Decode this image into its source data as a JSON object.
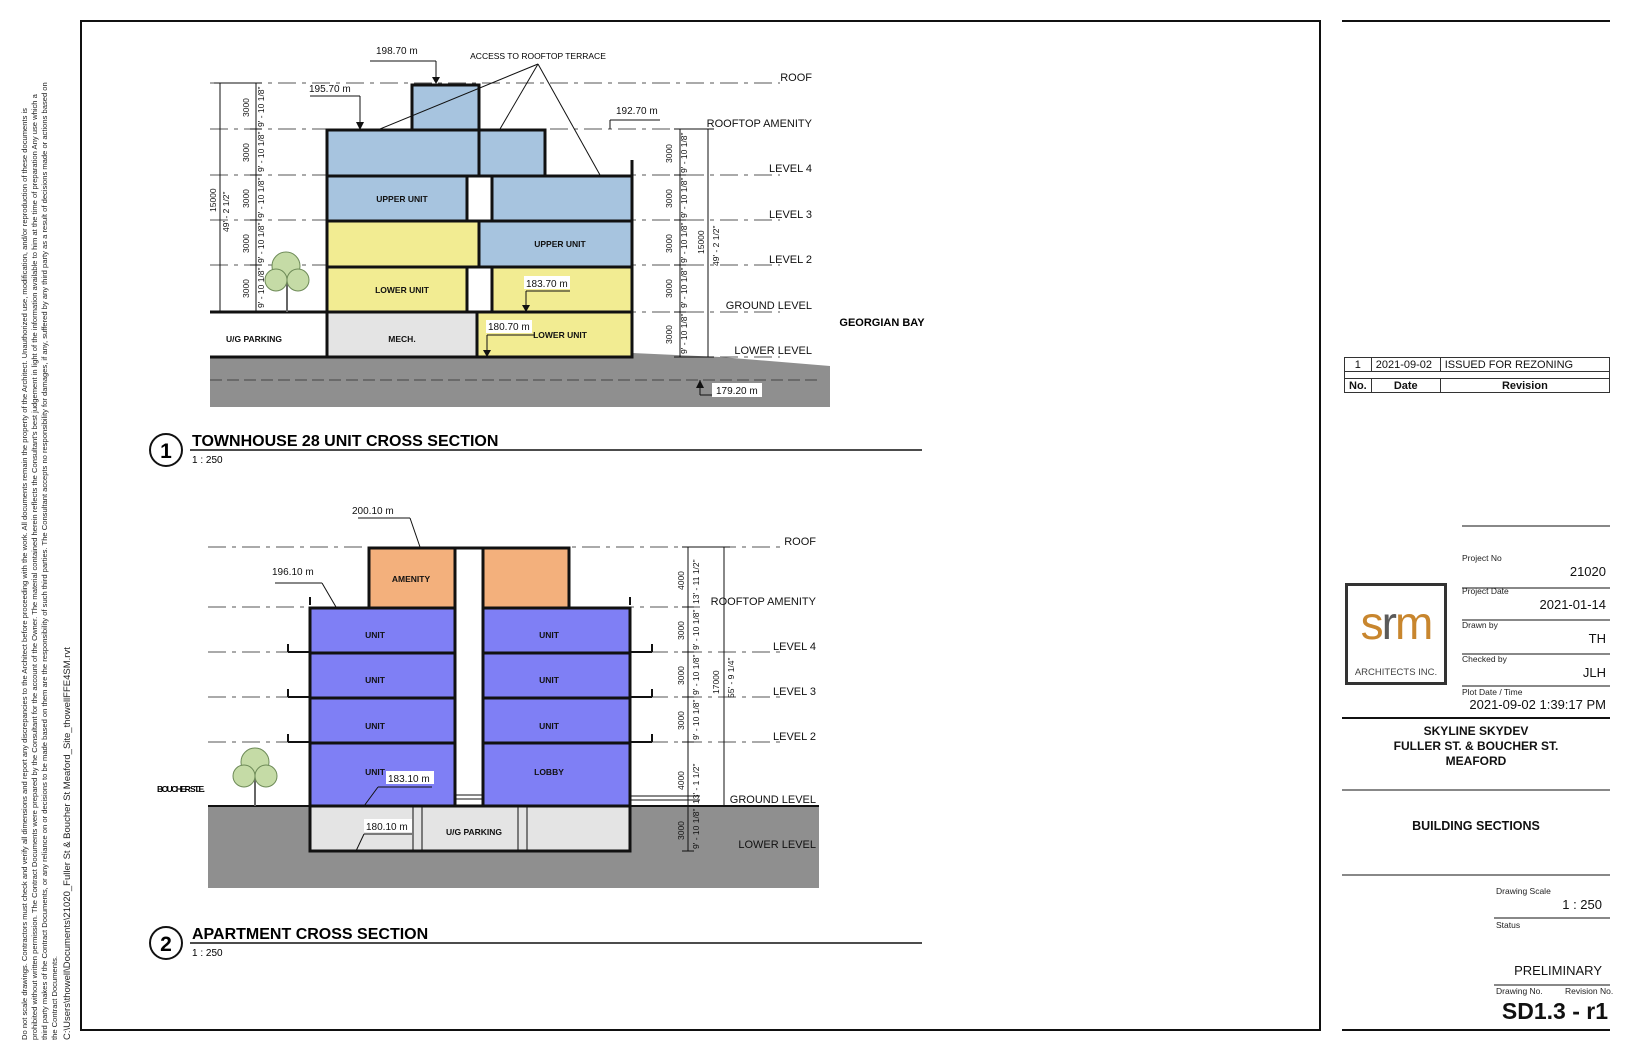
{
  "disclaimer": {
    "text": "Do not scale drawings. Contractors must check and verify all dimensions and report any discrepancies to the Architect before proceeding with the work. All documents remain the property of the Architect. Unauthorized use, modification, and/or reproduction of these documents is prohibited without written permission. The Contract Documents were prepared by the Consultant for the account of the Owner. The material contained herein reflects the Consultant's best judgement in light of the information available to him at the time of preparation Any use which a third party makes of the Contract Documents, or any reliance on or decisions to be made based on them are the responsibility of such third parties. The Consultant accepts no responsibility for damages, if any, suffered by any third party as a result of decisions made or actions based on the Contract Documents.",
    "file_path": "C:\\Users\\thowell\\Documents\\21020_Fuller St & Boucher St Meaford_Site_thowellFFE4SM.rvt"
  },
  "section1": {
    "number": "1",
    "title": "TOWNHOUSE 28 UNIT CROSS SECTION",
    "scale": "1 : 250",
    "levels": [
      "ROOF",
      "ROOFTOP AMENITY",
      "LEVEL 4",
      "LEVEL 3",
      "LEVEL 2",
      "GROUND LEVEL",
      "LOWER LEVEL"
    ],
    "rooms": {
      "upper_unit_left": "UPPER UNIT",
      "upper_unit_right": "UPPER UNIT",
      "lower_unit_left": "LOWER UNIT",
      "lower_unit_right": "LOWER UNIT",
      "mech": "MECH.",
      "parking": "U/G PARKING"
    },
    "elevations": {
      "e1": "198.70 m",
      "e2": "195.70 m",
      "e3": "192.70 m",
      "e4": "183.70 m",
      "e5": "180.70 m",
      "e6": "179.20 m"
    },
    "annotation": "ACCESS TO ROOFTOP TERRACE",
    "site_label": "GEORGIAN BAY",
    "dims_left_metric": [
      "3000",
      "3000",
      "3000",
      "3000",
      "3000"
    ],
    "dims_left_imperial": [
      "9' - 10 1/8\"",
      "9' - 10 1/8\"",
      "9' - 10 1/8\"",
      "9' - 10 1/8\"",
      "9' - 10 1/8\""
    ],
    "dim_total_left": "15000",
    "dim_total_left_imperial": "49' - 2 1/2\"",
    "dims_right_metric": [
      "3000",
      "3000",
      "3000",
      "3000",
      "3000"
    ],
    "dims_right_imperial": [
      "9' - 10 1/8\"",
      "9' - 10 1/8\"",
      "9' - 10 1/8\"",
      "9' - 10 1/8\"",
      "9' - 10 1/8\""
    ],
    "dim_total_right": "15000",
    "dim_total_right_imperial": "49' - 2 1/2\""
  },
  "section2": {
    "number": "2",
    "title": "APARTMENT CROSS SECTION",
    "scale": "1 : 250",
    "levels": [
      "ROOF",
      "ROOFTOP AMENITY",
      "LEVEL 4",
      "LEVEL 3",
      "LEVEL 2",
      "GROUND LEVEL",
      "LOWER LEVEL"
    ],
    "rooms": {
      "amenity": "AMENITY",
      "unit": "UNIT",
      "lobby": "LOBBY",
      "parking": "U/G PARKING"
    },
    "elevations": {
      "e1": "200.10 m",
      "e2": "196.10 m",
      "e3": "183.10 m",
      "e4": "180.10 m"
    },
    "street": "BOUCHER ST. E.",
    "dims_metric": [
      "4000",
      "3000",
      "3000",
      "3000",
      "4000",
      "3000"
    ],
    "dims_imperial": [
      "13' - 11 1/2\"",
      "9' - 10 1/8\"",
      "9' - 10 1/8\"",
      "9' - 10 1/8\"",
      "13' - 1 1/2\"",
      "9' - 10 1/8\""
    ],
    "dim_total": "17000",
    "dim_total_imperial": "55' - 9 1/4\""
  },
  "title_block": {
    "revisions": [
      {
        "no": "1",
        "date": "2021-09-02",
        "revision": "ISSUED FOR REZONING"
      }
    ],
    "rev_headers": {
      "no": "No.",
      "date": "Date",
      "revision": "Revision"
    },
    "project_no_label": "Project No",
    "project_no": "21020",
    "project_date_label": "Project Date",
    "project_date": "2021-01-14",
    "drawn_by_label": "Drawn by",
    "drawn_by": "TH",
    "checked_by_label": "Checked by",
    "checked_by": "JLH",
    "plot_label": "Plot Date / Time",
    "plot": "2021-09-02 1:39:17 PM",
    "logo_subtitle": "ARCHITECTS INC.",
    "project_line1": "SKYLINE SKYDEV",
    "project_line2": "FULLER ST. & BOUCHER ST.",
    "project_line3": "MEAFORD",
    "sheet_title": "BUILDING SECTIONS",
    "scale_label": "Drawing Scale",
    "scale": "1 : 250",
    "status_label": "Status",
    "status": "PRELIMINARY",
    "drawing_no_label": "Drawing No.",
    "revision_no_label": "Revision No.",
    "drawing_no": "SD1.3 - r1"
  },
  "colors": {
    "blue_unit": "#a7c4df",
    "yellow_unit": "#f2ec92",
    "grey_room": "#e4e4e4",
    "ground": "#8f8f8f",
    "purple_unit": "#7f7ff5",
    "amenity_orange": "#f3b07c"
  }
}
